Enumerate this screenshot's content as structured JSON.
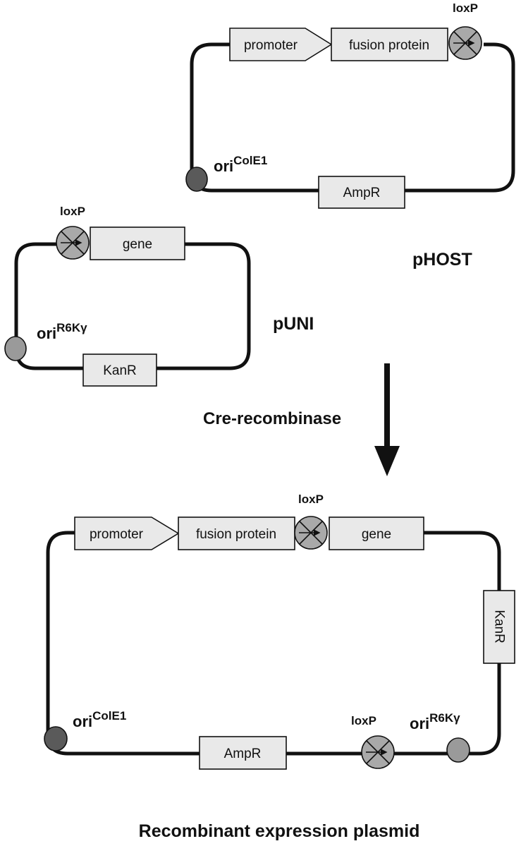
{
  "phost": {
    "name": "pHOST",
    "promoter": "promoter",
    "fusion_protein": "fusion protein",
    "loxp": "loxP",
    "ori_base": "ori",
    "ori_sup": "ColE1",
    "resistance": "AmpR"
  },
  "puni": {
    "name": "pUNI",
    "loxp": "loxP",
    "gene": "gene",
    "ori_base": "ori",
    "ori_sup": "R6Kγ",
    "resistance": "KanR"
  },
  "reaction": {
    "enzyme": "Cre-recombinase"
  },
  "product": {
    "name": "Recombinant expression plasmid",
    "promoter": "promoter",
    "fusion_protein": "fusion protein",
    "loxp_top": "loxP",
    "gene": "gene",
    "kanr": "KanR",
    "ori_r6k_base": "ori",
    "ori_r6k_sup": "R6Kγ",
    "loxp_bottom": "loxP",
    "ampr": "AmpR",
    "ori_cole1_base": "ori",
    "ori_cole1_sup": "ColE1"
  },
  "colors": {
    "box_fill": "#e9e9e9",
    "loxp_fill": "#a9a9a9",
    "ori_cole1_fill": "#5a5a5a",
    "ori_r6k_fill": "#9a9a9a"
  }
}
